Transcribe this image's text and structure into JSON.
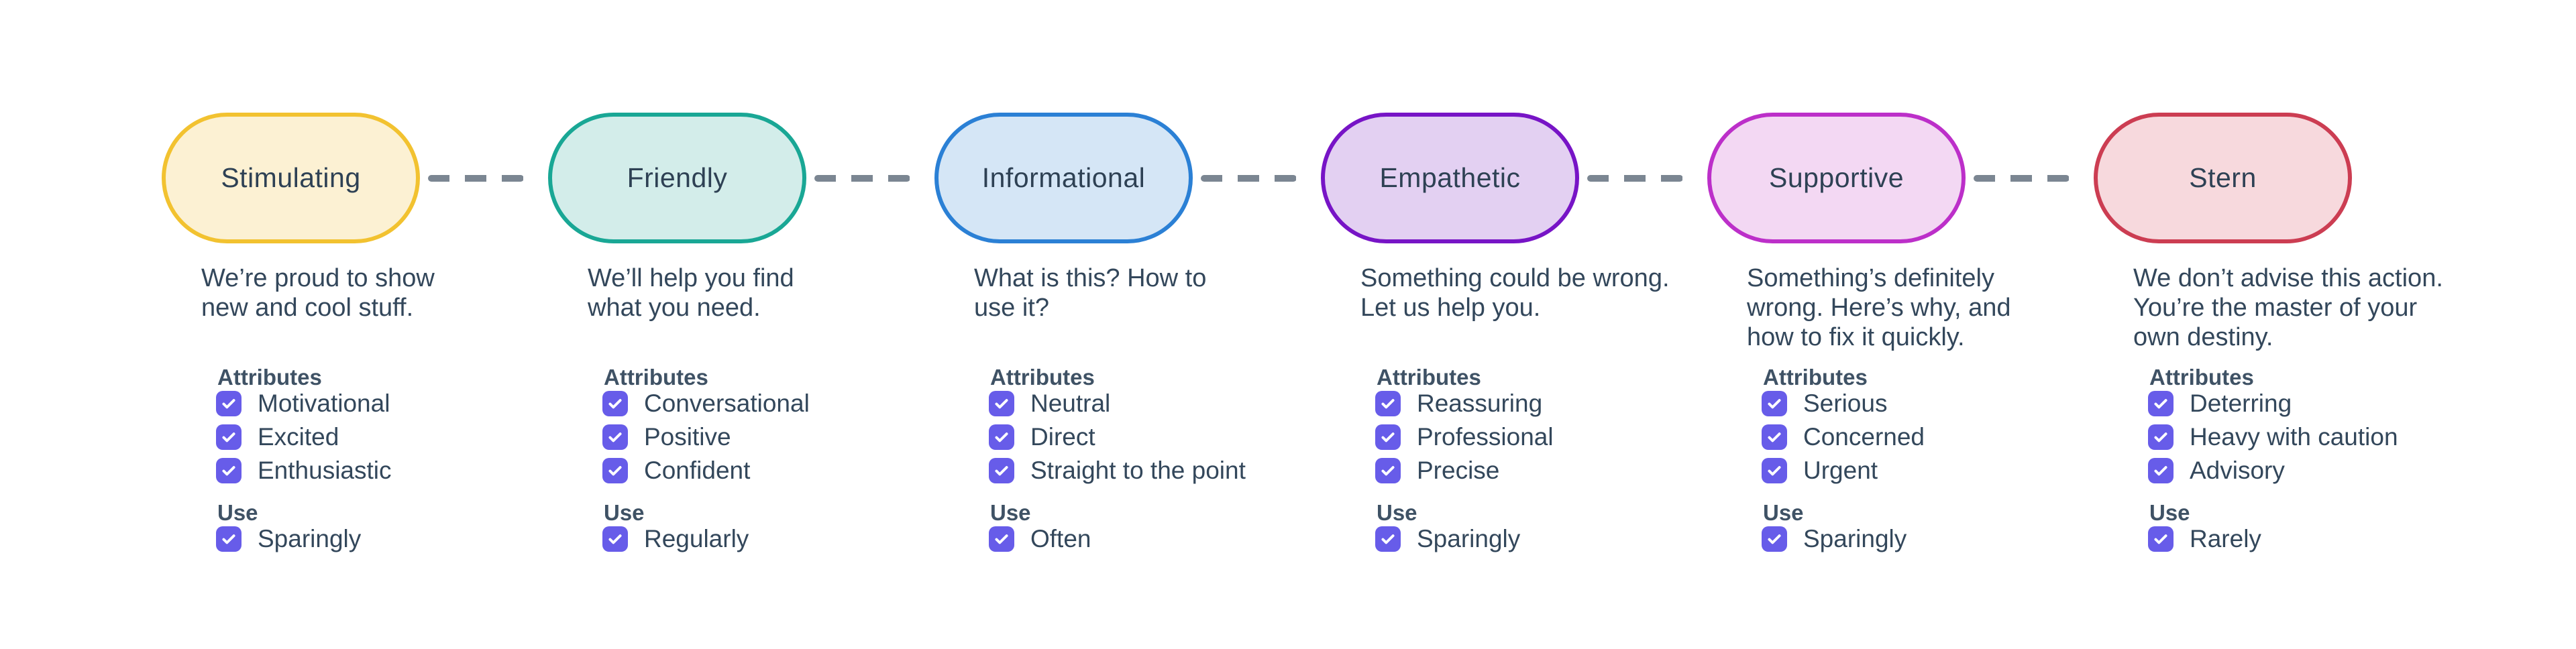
{
  "labels": {
    "attributes": "Attributes",
    "use": "Use"
  },
  "checkbox_color": "#675ce9",
  "connector_color": "#7b8692",
  "columns": [
    {
      "title": "Stimulating",
      "description": "We’re proud to show\nnew and cool stuff.",
      "attributes": [
        "Motivational",
        "Excited",
        "Enthusiastic"
      ],
      "use": "Sparingly",
      "attributes_checked": [
        true,
        true,
        true
      ],
      "use_checked": true,
      "pill_border_color": "#f2c230",
      "pill_fill_color": "#fcf1d3"
    },
    {
      "title": "Friendly",
      "description": "We’ll help you find\nwhat you need.",
      "attributes": [
        "Conversational",
        "Positive",
        "Confident"
      ],
      "use": "Regularly",
      "attributes_checked": [
        true,
        true,
        true
      ],
      "use_checked": true,
      "pill_border_color": "#19a795",
      "pill_fill_color": "#d3edea"
    },
    {
      "title": "Informational",
      "description": "What is this? How to\nuse it?",
      "attributes": [
        "Neutral",
        "Direct",
        "Straight to the point"
      ],
      "use": "Often",
      "attributes_checked": [
        true,
        true,
        true
      ],
      "use_checked": true,
      "pill_border_color": "#2b80d5",
      "pill_fill_color": "#d5e6f6"
    },
    {
      "title": "Empathetic",
      "description": "Something could be wrong.\nLet us help you.",
      "attributes": [
        "Reassuring",
        "Professional",
        "Precise"
      ],
      "use": "Sparingly",
      "attributes_checked": [
        true,
        true,
        true
      ],
      "use_checked": true,
      "pill_border_color": "#7714c6",
      "pill_fill_color": "#e3d0f2"
    },
    {
      "title": "Supportive",
      "description": "Something’s definitely\nwrong. Here’s why, and\nhow to fix it quickly.",
      "attributes": [
        "Serious",
        "Concerned",
        "Urgent"
      ],
      "use": "Sparingly",
      "attributes_checked": [
        true,
        true,
        true
      ],
      "use_checked": true,
      "pill_border_color": "#bc2fc9",
      "pill_fill_color": "#f3d8f3"
    },
    {
      "title": "Stern",
      "description": "We don’t advise this action.\nYou’re the master of your\nown destiny.",
      "attributes": [
        "Deterring",
        "Heavy with caution",
        "Advisory"
      ],
      "use": "Rarely",
      "attributes_checked": [
        true,
        true,
        true
      ],
      "use_checked": true,
      "pill_border_color": "#cc3d52",
      "pill_fill_color": "#f7d9dd"
    }
  ]
}
